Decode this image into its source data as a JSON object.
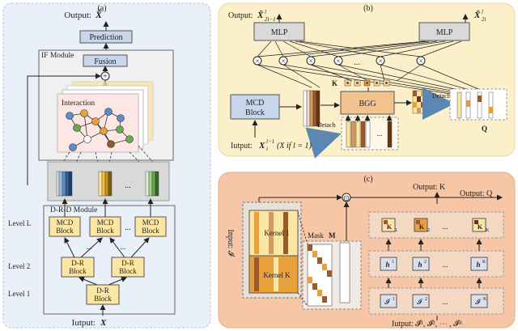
{
  "panel_a": {
    "tag": "(a)",
    "output_label": "Output:",
    "output_symbol": "X̂",
    "prediction": "Prediction",
    "if_module": "IF Module",
    "fusion": "Fusion",
    "plus": "+",
    "interaction": "Interaction",
    "ellipsis": "...",
    "drd_module": "D-R-D Module",
    "level_l": "Level L",
    "level_2": "Level 2",
    "level_1": "Level 1",
    "mcd_line1": "MCD",
    "mcd_line2": "Block",
    "dr_line1": "D-R",
    "dr_line2": "Block",
    "input_label": "Iutput:",
    "input_symbol": "X"
  },
  "panel_b": {
    "tag": "(b)",
    "output_label": "Output:",
    "out_left": "X̃",
    "out_left_sup": "l",
    "out_left_sub": "2i−1",
    "out_right": "X̃",
    "out_right_sup": "l",
    "out_right_sub": "2i",
    "mlp_left": "MLP",
    "mlp_right": "MLP",
    "times": "×",
    "ellipsis": "...",
    "k_label": "K",
    "q_label": "Q",
    "mcd_line1": "MCD",
    "mcd_line2": "Block",
    "bgg": "BGG",
    "detach_left": "Detach",
    "detach_right": "Detach",
    "input_label": "Iutput:",
    "input_symbol": "X",
    "input_sup": "l−1",
    "input_sub": "i",
    "input_cond": "(X  if  l = 1)"
  },
  "panel_c": {
    "tag": "(c)",
    "output_k": "Output:  K",
    "output_q": "Output:  Q",
    "odot": "⊙",
    "input_side": "Input: 𝓘",
    "kernel_1": "Kernel 1",
    "kernel_k": "Kernel K",
    "mask": "Mask",
    "mask_symbol": "M",
    "k_items": [
      "K",
      "K",
      "K"
    ],
    "k_subs": [
      "1",
      "2",
      "K"
    ],
    "h_items": [
      "h",
      "h",
      "h"
    ],
    "h_sups": [
      "1",
      "2",
      "K"
    ],
    "i_items": [
      "𝓘",
      "𝓘",
      "𝓘"
    ],
    "i_sups": [
      "1",
      "2",
      "K"
    ],
    "ellipsis": "...",
    "input_label": "Iutput:  𝓘¹, 𝓘², ⋯ , 𝓘ᴷ"
  },
  "colors": {
    "panel_a_bg": "#e9f0f8",
    "panel_b_bg": "#fbf0c9",
    "panel_c_bg": "#f6c6a7",
    "block_blue": "#c7d6ea",
    "block_yellow": "#fbe6a4",
    "brown": "#9a5a2a",
    "orange": "#e8a13a"
  }
}
